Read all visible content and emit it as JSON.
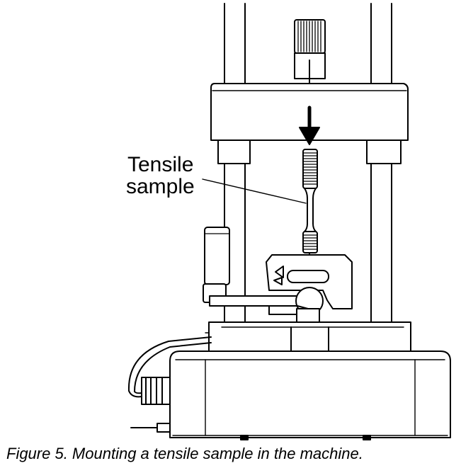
{
  "labels": {
    "tensile_line1": "Tensile",
    "tensile_line2": "sample"
  },
  "caption": "Figure 5. Mounting a tensile sample in the machine."
}
